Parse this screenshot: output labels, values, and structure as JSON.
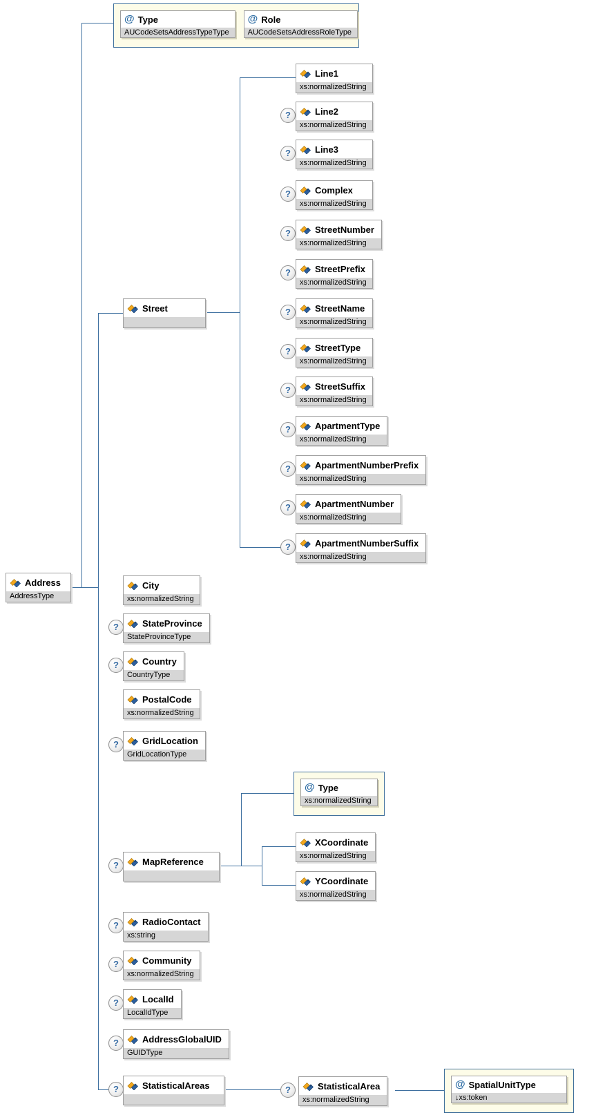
{
  "diagram_title": "Address schema diagram",
  "icons": {
    "attribute_glyph": "@",
    "optional_glyph": "?"
  },
  "colors": {
    "connector": "#3d6f9f",
    "type_row_bg": "#d6d6d6",
    "attr_container_bg": "#fdfce8",
    "element_icon_yellow": "#f4a71d",
    "element_icon_blue": "#2d5f9e"
  },
  "nodes": {
    "address": {
      "label": "Address",
      "type": "AddressType"
    },
    "attr_type": {
      "label": "Type",
      "type": "AUCodeSetsAddressTypeType"
    },
    "attr_role": {
      "label": "Role",
      "type": "AUCodeSetsAddressRoleType"
    },
    "street": {
      "label": "Street",
      "type": ""
    },
    "line1": {
      "label": "Line1",
      "type": "xs:normalizedString"
    },
    "line2": {
      "label": "Line2",
      "type": "xs:normalizedString"
    },
    "line3": {
      "label": "Line3",
      "type": "xs:normalizedString"
    },
    "complex": {
      "label": "Complex",
      "type": "xs:normalizedString"
    },
    "street_number": {
      "label": "StreetNumber",
      "type": "xs:normalizedString"
    },
    "street_prefix": {
      "label": "StreetPrefix",
      "type": "xs:normalizedString"
    },
    "street_name": {
      "label": "StreetName",
      "type": "xs:normalizedString"
    },
    "street_type": {
      "label": "StreetType",
      "type": "xs:normalizedString"
    },
    "street_suffix": {
      "label": "StreetSuffix",
      "type": "xs:normalizedString"
    },
    "apartment_type": {
      "label": "ApartmentType",
      "type": "xs:normalizedString"
    },
    "apartment_number_prefix": {
      "label": "ApartmentNumberPrefix",
      "type": "xs:normalizedString"
    },
    "apartment_number": {
      "label": "ApartmentNumber",
      "type": "xs:normalizedString"
    },
    "apartment_number_suffix": {
      "label": "ApartmentNumberSuffix",
      "type": "xs:normalizedString"
    },
    "city": {
      "label": "City",
      "type": "xs:normalizedString"
    },
    "state_province": {
      "label": "StateProvince",
      "type": "StateProvinceType"
    },
    "country": {
      "label": "Country",
      "type": "CountryType"
    },
    "postal_code": {
      "label": "PostalCode",
      "type": "xs:normalizedString"
    },
    "grid_location": {
      "label": "GridLocation",
      "type": "GridLocationType"
    },
    "map_reference": {
      "label": "MapReference",
      "type": ""
    },
    "map_attr_type": {
      "label": "Type",
      "type": "xs:normalizedString"
    },
    "x_coordinate": {
      "label": "XCoordinate",
      "type": "xs:normalizedString"
    },
    "y_coordinate": {
      "label": "YCoordinate",
      "type": "xs:normalizedString"
    },
    "radio_contact": {
      "label": "RadioContact",
      "type": "xs:string"
    },
    "community": {
      "label": "Community",
      "type": "xs:normalizedString"
    },
    "local_id": {
      "label": "LocalId",
      "type": "LocalIdType"
    },
    "address_global_uid": {
      "label": "AddressGlobalUID",
      "type": "GUIDType"
    },
    "statistical_areas": {
      "label": "StatisticalAreas",
      "type": ""
    },
    "statistical_area": {
      "label": "StatisticalArea",
      "type": "xs:normalizedString"
    },
    "spatial_unit_type": {
      "label": "SpatialUnitType",
      "type": "↓xs:token"
    }
  }
}
